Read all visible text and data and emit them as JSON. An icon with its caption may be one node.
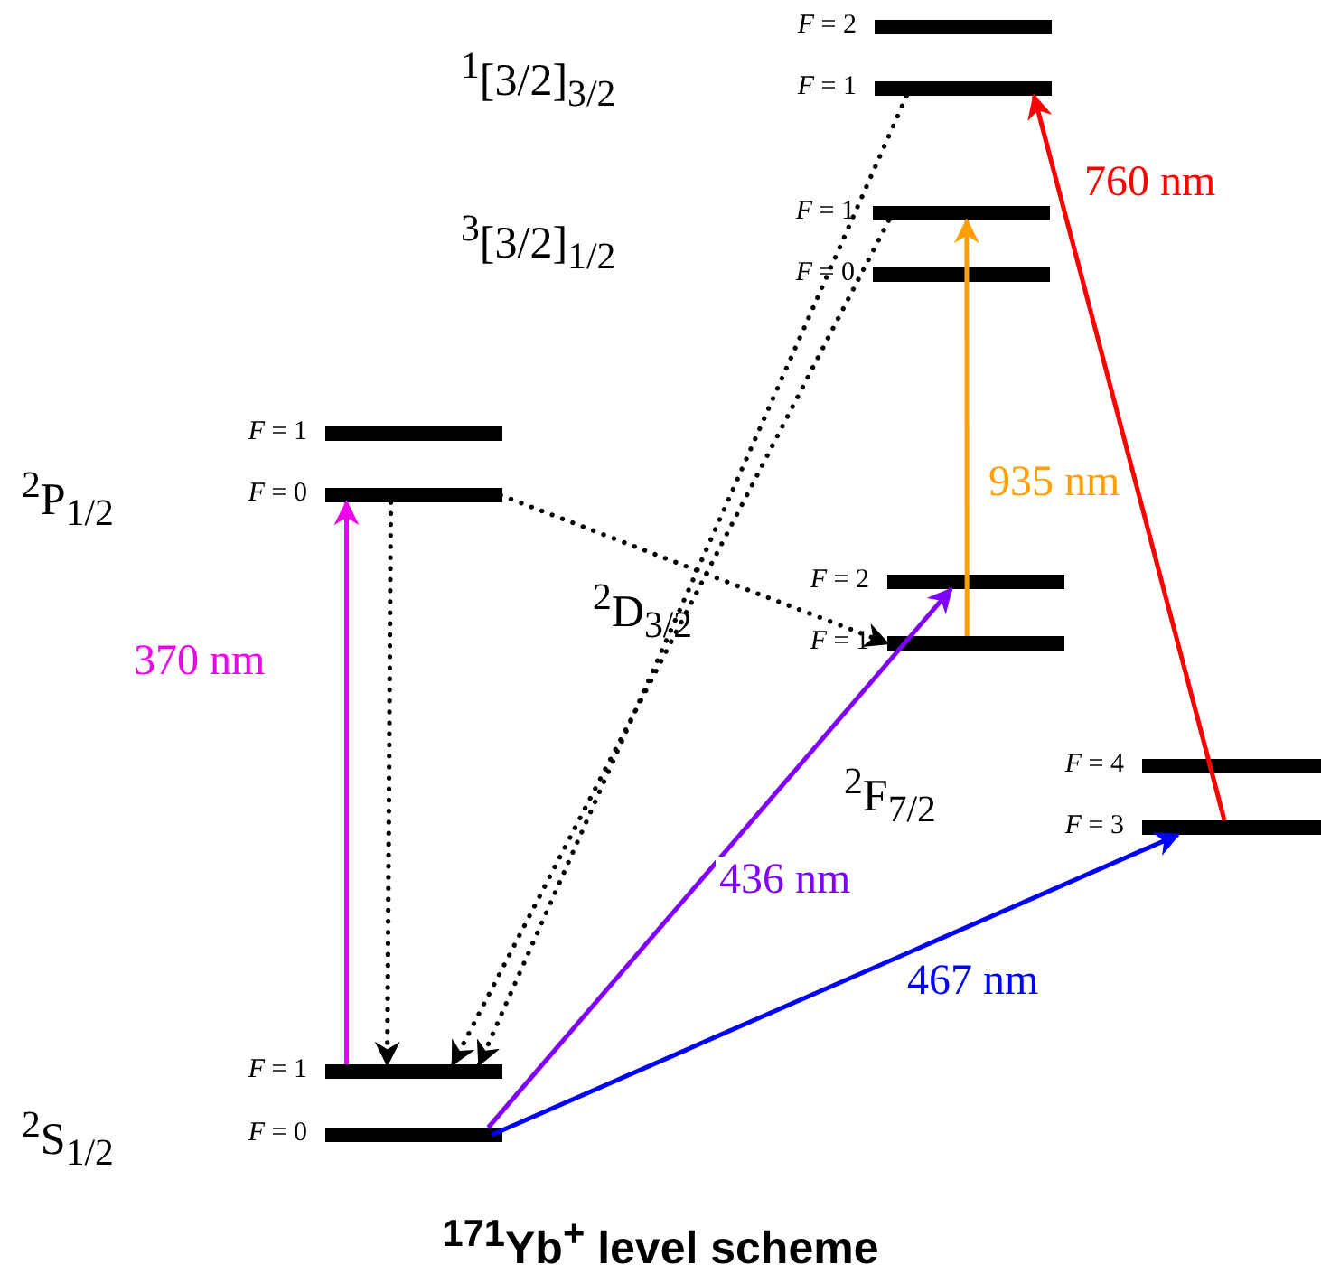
{
  "diagram": {
    "caption": "$^{171}$Yb$^{+}$ level scheme",
    "nodes": [
      {
        "text": [],
        "shape": "bar",
        "beside": [
          "*F* = 2"
        ]
      },
      {
        "text": [],
        "shape": "bar",
        "beside": [
          "*F* = 1"
        ]
      },
      {
        "text": [],
        "shape": "bar",
        "beside": [
          "*F* = 1"
        ]
      },
      {
        "text": [],
        "shape": "bar",
        "beside": [
          "*F* = 0"
        ]
      },
      {
        "text": [],
        "shape": "bar",
        "beside": [
          "*F* = 1"
        ]
      },
      {
        "text": [],
        "shape": "bar",
        "beside": [
          "*F* = 0"
        ]
      },
      {
        "text": [],
        "shape": "bar",
        "beside": [
          "*F* = 2"
        ]
      },
      {
        "text": [],
        "shape": "bar",
        "beside": [
          "*F* = 1"
        ]
      },
      {
        "text": [],
        "shape": "bar",
        "beside": [
          "*F* = 4"
        ]
      },
      {
        "text": [],
        "shape": "bar",
        "beside": [
          "*F* = 3"
        ]
      },
      {
        "text": [],
        "shape": "bar",
        "beside": [
          "*F* = 1"
        ]
      },
      {
        "text": [],
        "shape": "bar",
        "beside": [
          "*F* = 0"
        ]
      }
    ],
    "edges": [
      {
        "from": 10,
        "to": 5,
        "arrow": "to",
        "label": "370 nm",
        "color": "#ee00ee"
      },
      {
        "from": 5,
        "to": 10,
        "arrow": "to",
        "style": "dashed"
      },
      {
        "from": 5,
        "to": 7,
        "arrow": "to",
        "style": "dashed"
      },
      {
        "from": 2,
        "to": 10,
        "arrow": "to",
        "style": "dashed"
      },
      {
        "from": 1,
        "to": 10,
        "arrow": "to",
        "style": "dashed"
      },
      {
        "from": 11,
        "to": 6,
        "arrow": "to",
        "label": "436 nm",
        "color": "#8000ff"
      },
      {
        "from": 11,
        "to": 9,
        "arrow": "to",
        "label": "467 nm",
        "color": "#0000ff"
      },
      {
        "from": 7,
        "to": 2,
        "arrow": "to",
        "label": "935 nm",
        "color": "#ffa000"
      },
      {
        "from": 9,
        "to": 1,
        "arrow": "to",
        "label": "760 nm",
        "color": "#ff0000"
      }
    ],
    "labels": [
      "$^{1}$[3/2]$_{3/2}$",
      "$^{3}$[3/2]$_{1/2}$",
      "$^{2}$P$_{1/2}$",
      "$^{2}$D$_{3/2}$",
      "$^{2}$F$_{7/2}$",
      "$^{2}$S$_{1/2}$"
    ]
  }
}
